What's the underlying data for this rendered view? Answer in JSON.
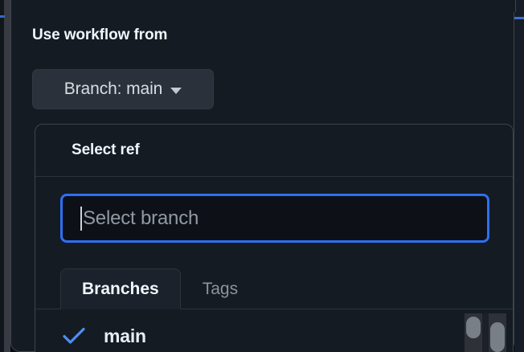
{
  "dialog": {
    "section_title": "Use workflow from",
    "branch_button": {
      "label": "Branch: main",
      "caret_icon": "chevron-down-icon"
    }
  },
  "ref_selector": {
    "title": "Select ref",
    "search": {
      "placeholder": "Select branch",
      "value": "",
      "focused": true
    },
    "tabs": [
      {
        "label": "Branches",
        "active": true
      },
      {
        "label": "Tags",
        "active": false
      }
    ],
    "items": [
      {
        "label": "main",
        "selected": true,
        "check_icon": "check-icon"
      }
    ]
  },
  "colors": {
    "dialog_background": "#151b23",
    "page_background": "#0a0d12",
    "input_background": "#0d1117",
    "focus_ring": "#2f6ff2",
    "accent_blue": "#4d8ef7",
    "border": "#3d444d",
    "text_primary": "#f0f6fc",
    "text_muted": "#8b949e",
    "button_background": "#2a313b",
    "scrollbar_thumb": "#787f86"
  }
}
